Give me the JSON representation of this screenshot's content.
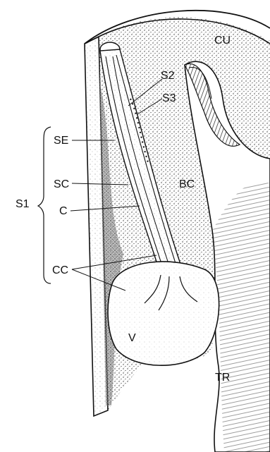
{
  "diagram": {
    "labels": {
      "cu": "CU",
      "s2": "S2",
      "s3": "S3",
      "se": "SE",
      "sc": "SC",
      "c": "C",
      "bc": "BC",
      "s1": "S1",
      "cc": "CC",
      "v": "V",
      "tr": "TR"
    }
  }
}
